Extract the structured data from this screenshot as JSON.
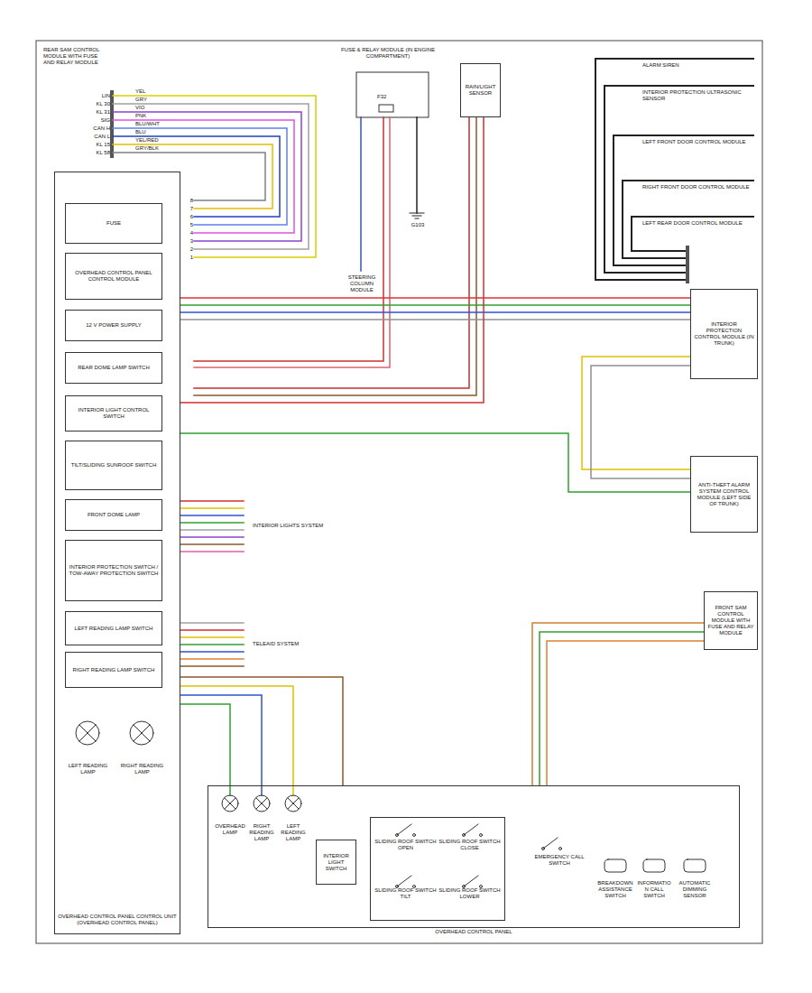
{
  "diagram": {
    "nodes": [
      {
        "text": [
          "OVERHEAD CONTROL PANEL CONTROL UNIT (OVERHEAD CONTROL PANEL)"
        ]
      },
      {
        "text": [
          "FUSE"
        ],
        "in": 0
      },
      {
        "text": [
          "OVERHEAD CONTROL PANEL CONTROL MODULE"
        ],
        "in": 0
      },
      {
        "text": [
          "12 V POWER SUPPLY"
        ],
        "in": 0
      },
      {
        "text": [
          "REAR DOME LAMP SWITCH"
        ],
        "in": 0
      },
      {
        "text": [
          "INTERIOR LIGHT CONTROL SWITCH"
        ],
        "in": 0
      },
      {
        "text": [
          "TILT/SLIDING SUNROOF SWITCH"
        ],
        "in": 0
      },
      {
        "text": [
          "FRONT DOME LAMP"
        ],
        "in": 0
      },
      {
        "text": [
          "INTERIOR PROTECTION SWITCH / TOW-AWAY PROTECTION SWITCH"
        ],
        "in": 0
      },
      {
        "text": [
          "LEFT READING LAMP SWITCH"
        ],
        "in": 0
      },
      {
        "text": [
          "RIGHT READING LAMP SWITCH"
        ],
        "in": 0
      },
      {
        "text": [
          "RAIN/LIGHT SENSOR"
        ]
      },
      {
        "text": [
          "INTERIOR PROTECTION CONTROL MODULE (IN TRUNK)"
        ]
      },
      {
        "text": [
          "ANTI-THEFT ALARM SYSTEM CONTROL MODULE (LEFT SIDE OF TRUNK)"
        ]
      },
      {
        "text": [
          "FRONT SAM CONTROL MODULE WITH FUSE AND RELAY MODULE"
        ]
      },
      {
        "text": [
          "OVERHEAD CONTROL PANEL"
        ]
      },
      {
        "text": [
          "INTERIOR LIGHT SWITCH"
        ],
        "in": 15
      },
      {
        "text": [
          "SLIDING ROOF SWITCH OPEN",
          "SLIDING ROOF SWITCH CLOSE",
          "SLIDING ROOF SWITCH TILT",
          "SLIDING ROOF SWITCH LOWER"
        ],
        "in": 15
      }
    ],
    "edges": [
      {
        "from": 0,
        "to": 11,
        "arrow": "none"
      },
      {
        "from": 0,
        "to": 12,
        "arrow": "none"
      },
      {
        "from": 13,
        "to": 0,
        "arrow": "none"
      },
      {
        "from": 14,
        "to": 15,
        "arrow": "none"
      },
      {
        "from": 0,
        "to": 15,
        "arrow": "none"
      }
    ],
    "labels": [
      "REAR SAM CONTROL MODULE WITH FUSE AND RELAY MODULE",
      "LIN",
      "KL 30",
      "KL 31",
      "SIG",
      "CAN H",
      "CAN L",
      "KL 15",
      "KL 58",
      "YEL",
      "GRY",
      "VIO",
      "PNK",
      "BLU/WHT",
      "BLU",
      "YEL/RED",
      "GRY/BLK",
      "1",
      "2",
      "3",
      "4",
      "5",
      "6",
      "7",
      "8",
      "FUSE & RELAY MODULE (IN ENGINE COMPARTMENT)",
      "F32",
      "STEERING COLUMN MODULE",
      "G103",
      "INTERIOR LIGHTS SYSTEM",
      "TELEAID SYSTEM",
      "ALARM SIREN",
      "INTERIOR PROTECTION ULTRASONIC SENSOR",
      "LEFT FRONT DOOR CONTROL MODULE",
      "RIGHT FRONT DOOR CONTROL MODULE",
      "LEFT REAR DOOR CONTROL MODULE",
      "OVERHEAD LAMP",
      "RIGHT READING LAMP",
      "LEFT READING LAMP",
      "EMERGENCY CALL SWITCH",
      "BREAKDOWN ASSISTANCE SWITCH",
      "INFORMATION CALL SWITCH",
      "AUTOMATIC DIMMING SENSOR",
      "LEFT READING LAMP",
      "RIGHT READING LAMP"
    ]
  }
}
